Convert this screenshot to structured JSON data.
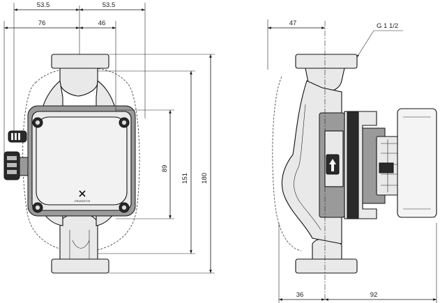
{
  "front_view": {
    "dim_top_left": "53.5",
    "dim_top_right": "53.5",
    "dim_left": "76",
    "dim_right": "46",
    "dim_height_inner": "89",
    "dim_height_mid": "151",
    "dim_height_total": "180",
    "logo_text": "GRUNDFOS"
  },
  "side_view": {
    "dim_top": "47",
    "thread_label": "G 1 1/2",
    "dim_bottom_left": "36",
    "dim_bottom_right": "92"
  }
}
